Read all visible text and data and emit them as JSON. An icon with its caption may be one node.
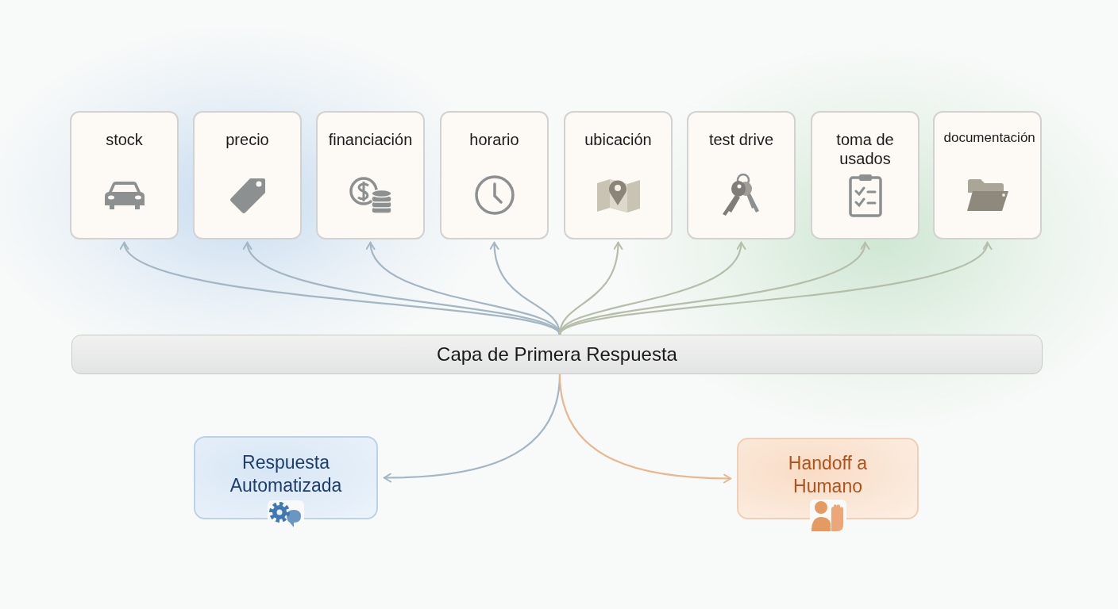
{
  "diagram": {
    "nodes": [
      {
        "text": [
          "stock"
        ]
      },
      {
        "text": [
          "precio"
        ]
      },
      {
        "text": [
          "financiación"
        ]
      },
      {
        "text": [
          "horario"
        ]
      },
      {
        "text": [
          "ubicación"
        ]
      },
      {
        "text": [
          "test drive"
        ]
      },
      {
        "text": [
          "toma de usados"
        ]
      },
      {
        "text": [
          "documentación"
        ]
      },
      {
        "text": [
          "Capa de Primera Respuesta"
        ]
      },
      {
        "text": [
          "Respuesta Automatizada"
        ]
      },
      {
        "text": [
          "Handoff a Humano"
        ]
      }
    ],
    "edges": [
      {
        "from": 8,
        "to": 0,
        "arrow": "to"
      },
      {
        "from": 8,
        "to": 1,
        "arrow": "to"
      },
      {
        "from": 8,
        "to": 2,
        "arrow": "to"
      },
      {
        "from": 8,
        "to": 3,
        "arrow": "to"
      },
      {
        "from": 8,
        "to": 4,
        "arrow": "to",
        "color": "#b5bea9"
      },
      {
        "from": 8,
        "to": 5,
        "arrow": "to",
        "color": "#b5bea9"
      },
      {
        "from": 8,
        "to": 6,
        "arrow": "to",
        "color": "#b5bea9"
      },
      {
        "from": 8,
        "to": 7,
        "arrow": "to",
        "color": "#b5bea9"
      },
      {
        "from": 8,
        "to": 9,
        "arrow": "to"
      },
      {
        "from": 8,
        "to": 10,
        "arrow": "to",
        "color": "#e9b68e"
      }
    ]
  }
}
